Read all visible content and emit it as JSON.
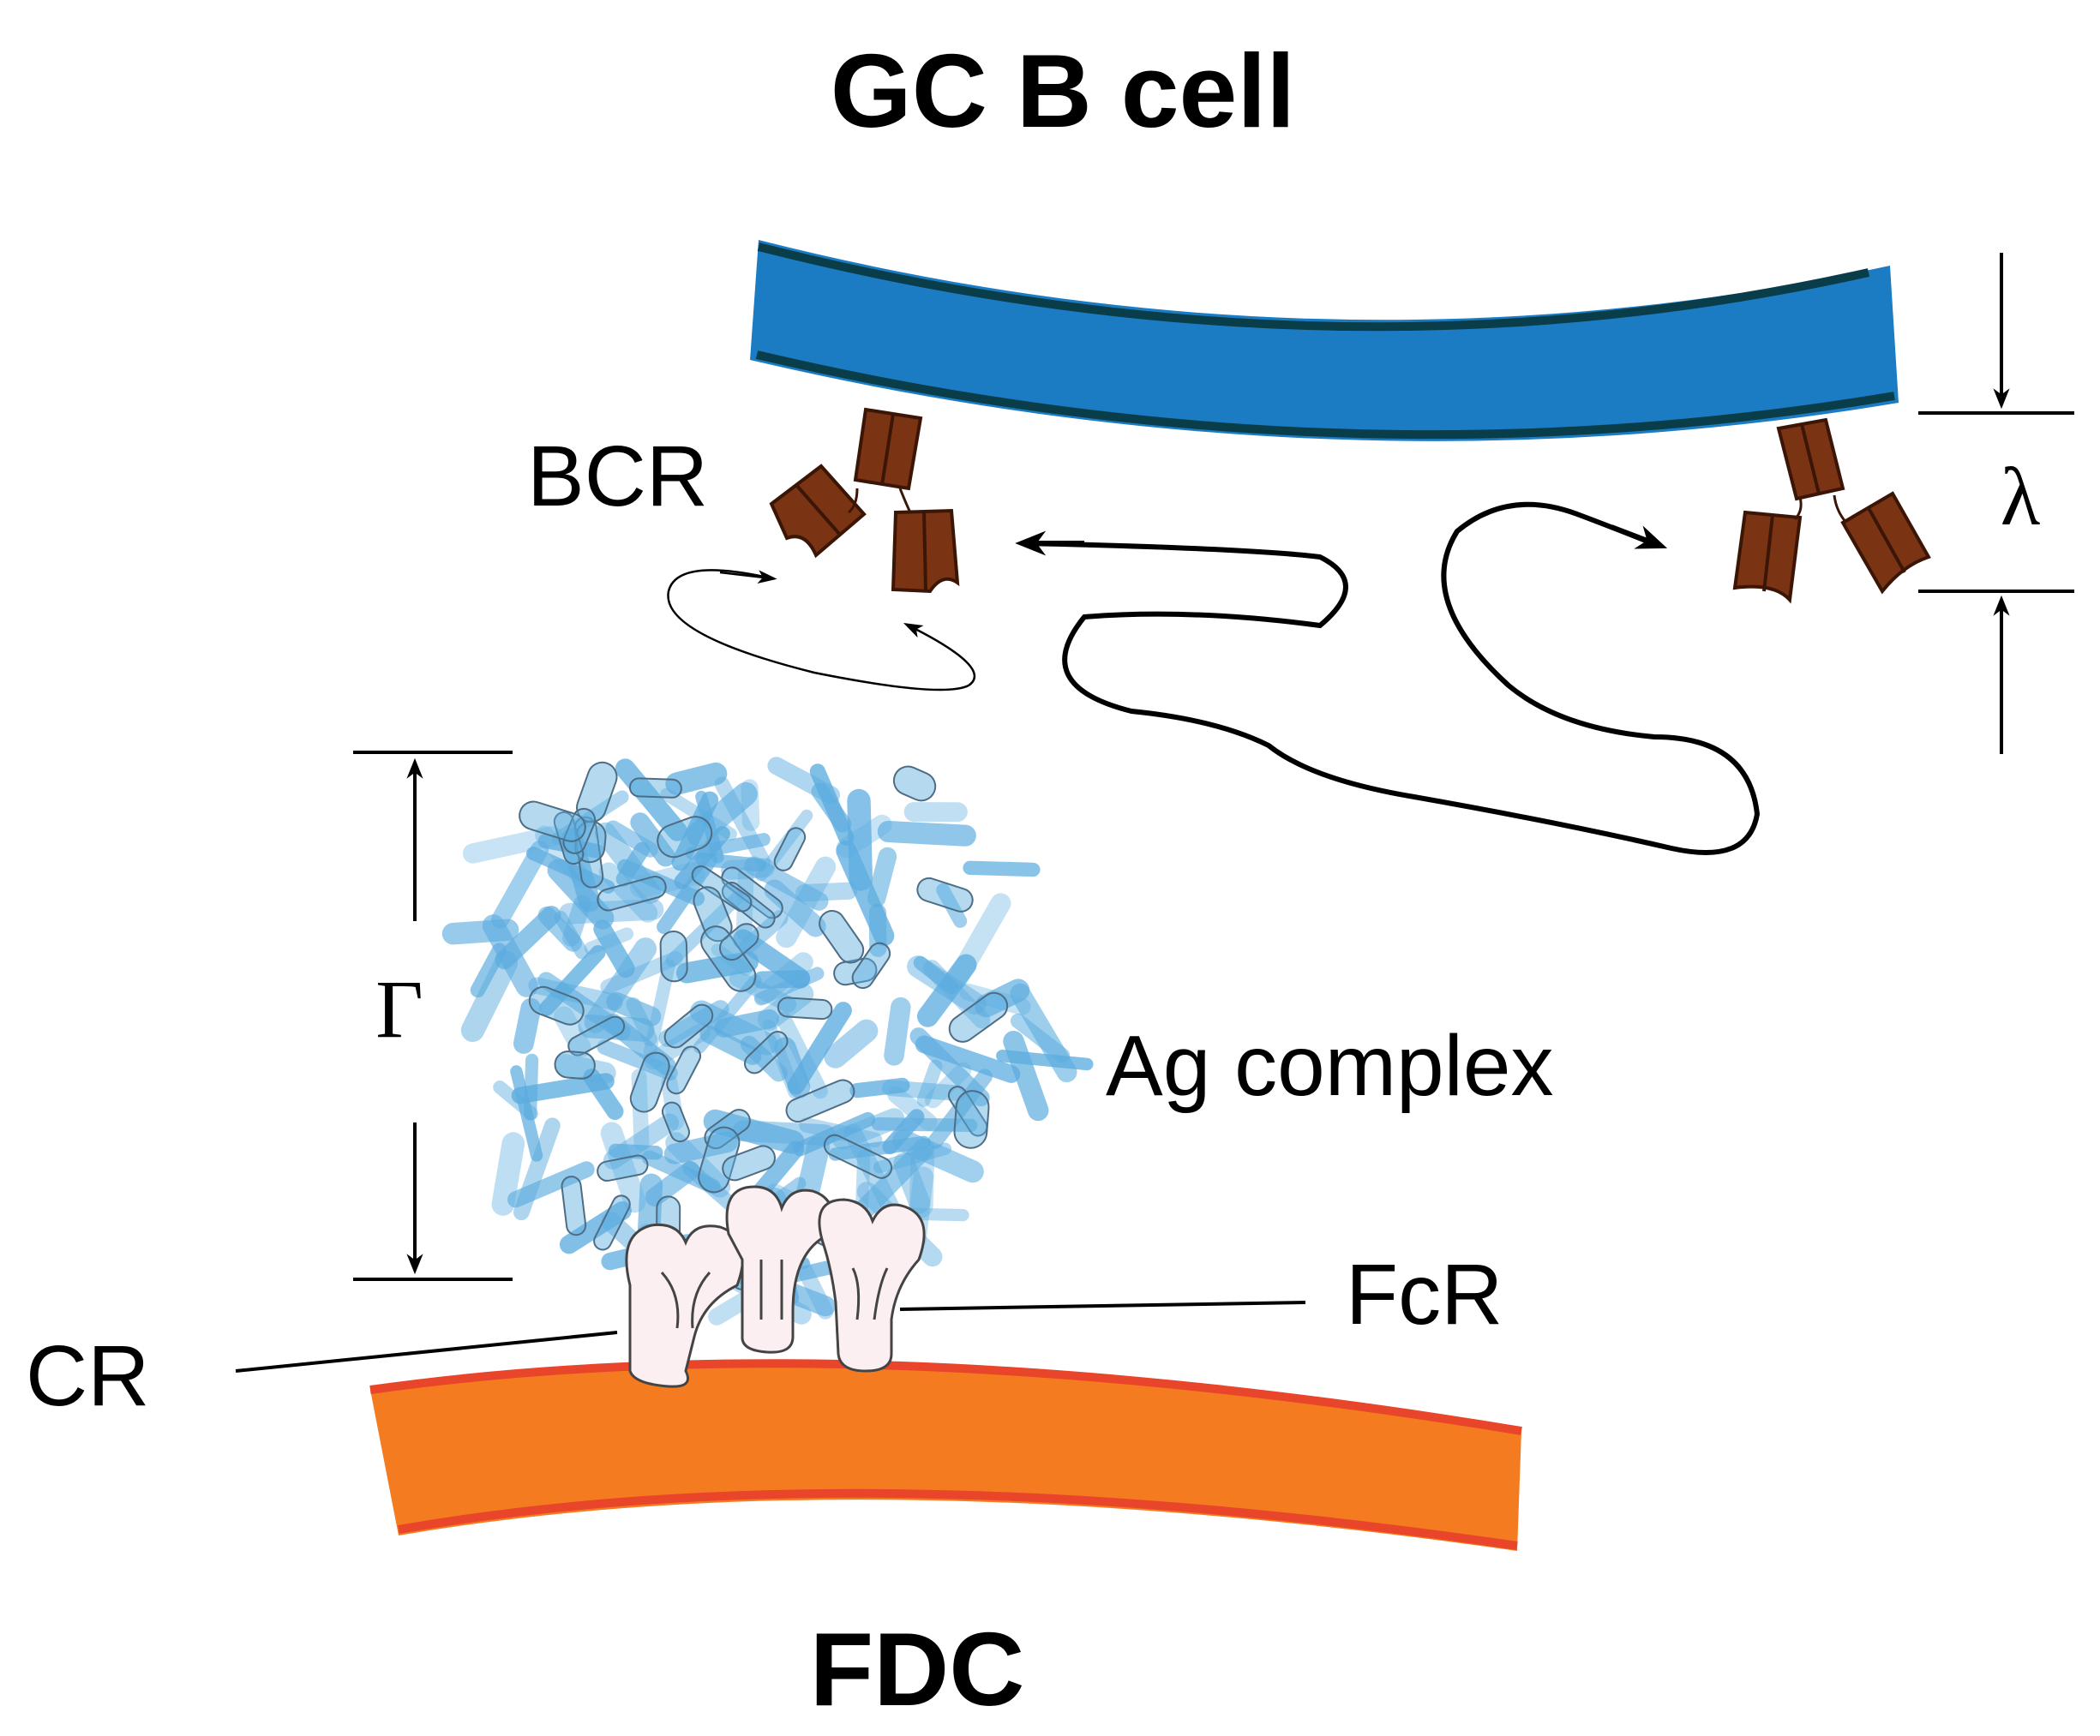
{
  "labels": {
    "gc_b_cell": "GC B cell",
    "bcr": "BCR",
    "lambda": "λ",
    "gamma": "Γ",
    "ag_complex": "Ag complex",
    "fcr": "FcR",
    "cr": "CR",
    "fdc": "FDC"
  },
  "colors": {
    "b_cell_membrane": "#1b7cc4",
    "b_cell_edge": "#0a3d4a",
    "fdc_membrane": "#f47b20",
    "fdc_edge": "#e8452a",
    "bcr_brown": "#7a3414",
    "antigen_blue": "#4aa3dc",
    "receptor_white": "#fbeff2",
    "ink": "#000000"
  }
}
